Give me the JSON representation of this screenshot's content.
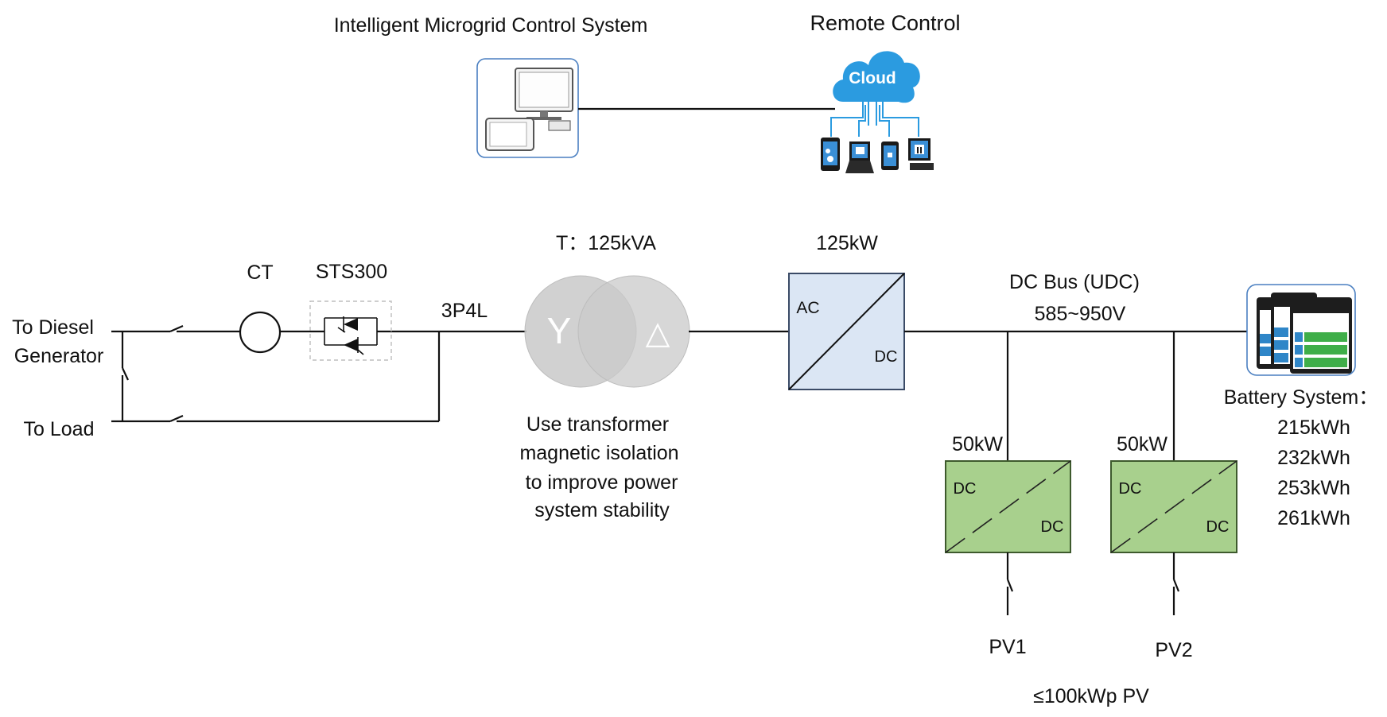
{
  "top": {
    "control_system_title": "Intelligent Microgrid Control System",
    "remote_control_title": "Remote Control",
    "cloud_label": "Cloud"
  },
  "ac_side": {
    "diesel_label_line1": "To Diesel",
    "diesel_label_line2": "Generator",
    "load_label": "To Load",
    "ct_label": "CT",
    "sts_label": "STS300",
    "wiring_label": "3P4L"
  },
  "transformer": {
    "rating_label": "T：125kVA",
    "primary_symbol": "Y",
    "secondary_symbol": "△",
    "note_lines": [
      "Use transformer",
      "magnetic isolation",
      "to improve power",
      "system stability"
    ]
  },
  "pcs": {
    "rating_label": "125kW",
    "ac_label": "AC",
    "dc_label": "DC"
  },
  "dc_bus": {
    "label": "DC Bus (UDC)",
    "voltage": "585~950V"
  },
  "pv_converters": [
    {
      "rating": "50kW",
      "in_label": "DC",
      "out_label": "DC",
      "pv_label": "PV1"
    },
    {
      "rating": "50kW",
      "in_label": "DC",
      "out_label": "DC",
      "pv_label": "PV2"
    }
  ],
  "pv_total": "≤100kWp PV",
  "battery": {
    "title": "Battery System：",
    "capacities": [
      "215kWh",
      "232kWh",
      "253kWh",
      "261kWh"
    ]
  },
  "colors": {
    "line": "#111111",
    "cloud": "#2b9be0",
    "pcs_fill": "#dbe6f4",
    "pcs_border": "#3a4a66",
    "dcdc_fill": "#a8d08d",
    "dcdc_border": "#3e5a2d",
    "transformer_fill": "#c9c9c9",
    "battery_green": "#3fae49",
    "battery_blue": "#2f86c8",
    "frame_border": "#4a7fc1"
  },
  "icons": [
    "monitor-icon",
    "tablet-icon",
    "cloud-icon",
    "phone-icon",
    "laptop-icon",
    "desktop-icon",
    "battery-icon",
    "thyristor-icon"
  ]
}
